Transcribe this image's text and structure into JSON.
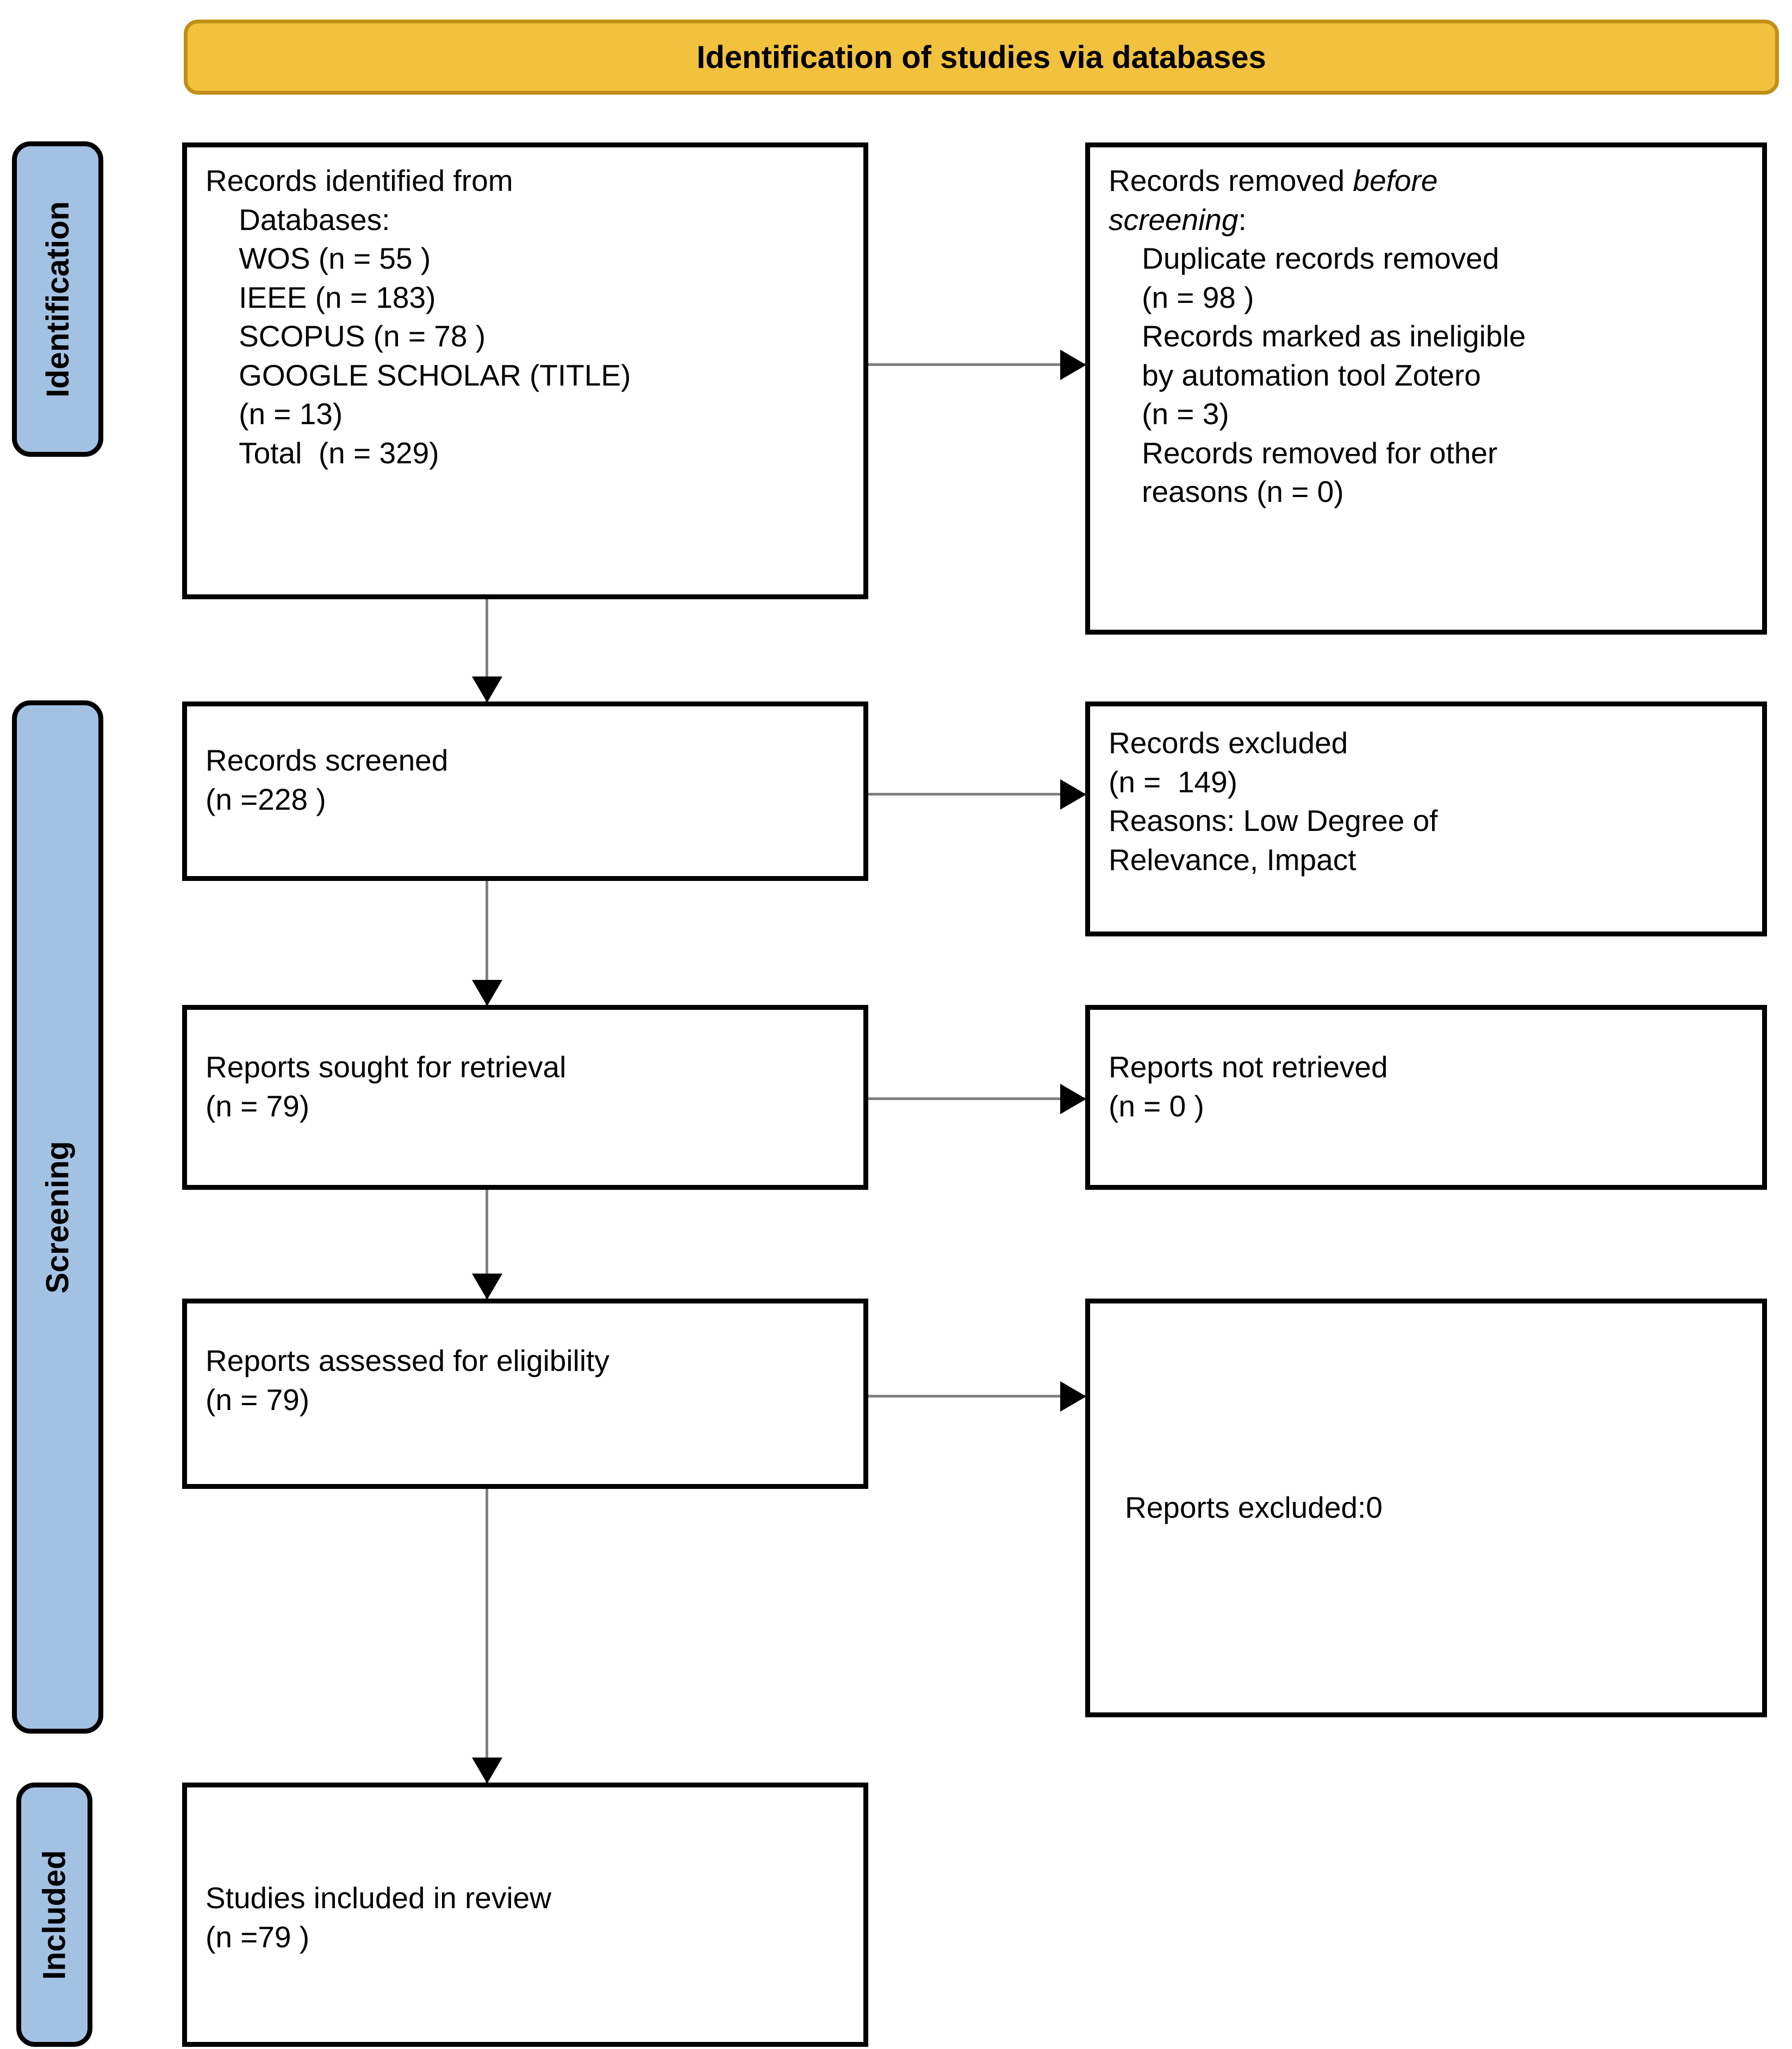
{
  "banner": {
    "title": "Identification of studies via databases",
    "fill_color": "#F2C23E",
    "border_color": "#BF8F18"
  },
  "stages": {
    "color": "#A3C2E3",
    "identification": "Identification",
    "screening": "Screening",
    "included": "Included"
  },
  "boxes": {
    "identified": {
      "line1": "Records identified from",
      "line2": "    Databases:",
      "line3": "    WOS (n = 55 )",
      "line4": "    IEEE (n = 183)",
      "line5": "    SCOPUS (n = 78 )",
      "line6": "    GOOGLE SCHOLAR (TITLE)",
      "line7": "    (n = 13)",
      "line8": "    Total  (n = 329)"
    },
    "removed": {
      "line1a": "Records removed ",
      "line1b": "before",
      "line2a": "screening",
      "line2b": ":",
      "line3": "    Duplicate records removed",
      "line4": "    (n = 98 )",
      "line5": "    Records marked as ineligible",
      "line6": "    by automation tool Zotero",
      "line7": "    (n = 3)",
      "line8": "    Records removed for other",
      "line9": "    reasons (n = 0)"
    },
    "screened": {
      "line1": "Records screened",
      "line2": "(n =228 )"
    },
    "excluded": {
      "line1": "Records excluded",
      "line2": "(n =  149)",
      "line3": "Reasons: Low Degree of",
      "line4": "Relevance, Impact"
    },
    "sought": {
      "line1": "Reports sought for retrieval",
      "line2": "(n = 79)"
    },
    "not_retrieved": {
      "line1": "Reports not retrieved",
      "line2": "(n = 0 )"
    },
    "assessed": {
      "line1": "Reports assessed for eligibility",
      "line2": "(n = 79)"
    },
    "reports_excluded": {
      "line1": "Reports excluded:0"
    },
    "included": {
      "line1": "Studies included in review",
      "line2": "(n =79 )"
    }
  }
}
